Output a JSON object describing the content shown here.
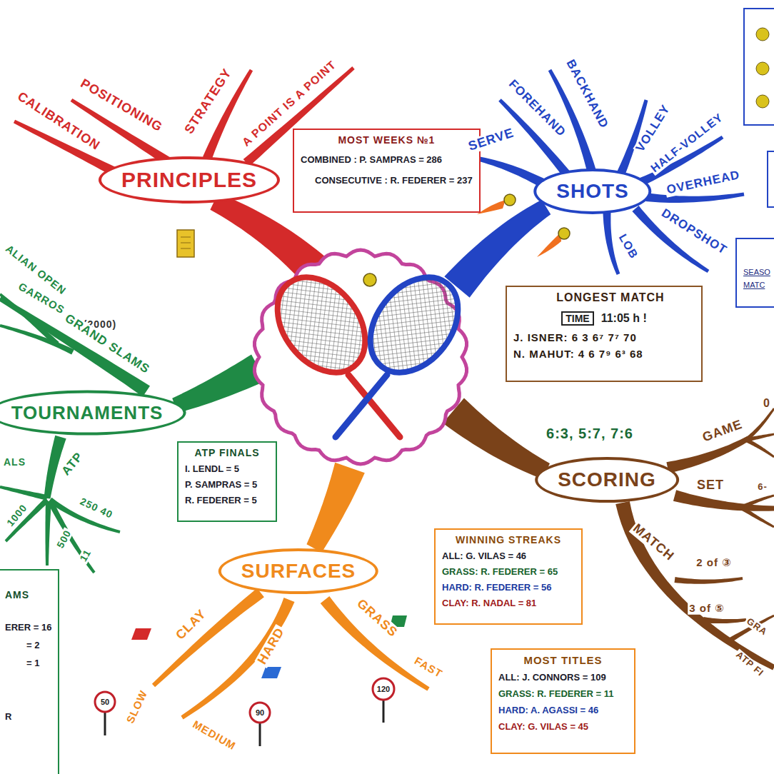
{
  "diagram": {
    "nodes": [
      {
        "text": [
          "PRINCIPLES"
        ]
      },
      {
        "text": [
          "MOST WEEKS №1",
          "COMBINED : P. SAMPRAS = 286",
          "CONSECUTIVE : R. FEDERER = 237"
        ]
      },
      {
        "text": [
          "SHOTS"
        ]
      },
      {
        "text": [
          "TOURNAMENTS"
        ]
      },
      {
        "text": [
          "LONGEST MATCH",
          "TIME",
          "11:05 h !",
          "J. ISNER: 6 3 6⁷ 7⁷ 70",
          "N. MAHUT: 4 6 7⁹ 6³ 68"
        ]
      },
      {
        "text": [
          "SCORING"
        ]
      },
      {
        "text": [
          "ATP FINALS",
          "I. LENDL = 5",
          "P. SAMPRAS = 5",
          "R. FEDERER = 5"
        ]
      },
      {
        "text": [
          "WINNING STREAKS",
          "ALL: G. VILAS = 46",
          "GRASS: R. FEDERER = 65",
          "HARD: R. FEDERER = 56",
          "CLAY: R. NADAL = 81"
        ]
      },
      {
        "text": [
          "SURFACES"
        ]
      },
      {
        "text": [
          "MOST TITLES",
          "ALL: J. CONNORS = 109",
          "GRASS: R. FEDERER = 11",
          "HARD: A. AGASSI = 46",
          "CLAY: G. VILAS = 45"
        ]
      },
      {
        "text": [
          "AMS",
          "ERER = 16",
          "= 2",
          "= 1",
          "R"
        ]
      },
      {
        "text": [
          "SEASO",
          "MATC"
        ]
      }
    ],
    "labels": [
      "CALIBRATION",
      "POSITIONING",
      "STRATEGY",
      "A POINT IS A POINT",
      "SERVE",
      "FOREHAND",
      "BACKHAND",
      "VOLLEY",
      "HALF-VOLLEY",
      "OVERHEAD",
      "DROPSHOT",
      "LOB",
      "ALIAN OPEN",
      "GARROS",
      "(2000)",
      "GRAND SLAMS",
      "ATP",
      "ALS",
      "1000",
      "500",
      "250 40",
      "11",
      "6:3, 5:7, 7:6",
      "0",
      "GAME",
      "SET",
      "6-",
      "MATCH",
      "2 of ③",
      "3 of ⑤",
      "GRA",
      "ATP FI",
      "CLAY",
      "HARD",
      "GRASS",
      "SLOW",
      "MEDIUM",
      "FAST",
      "50",
      "90",
      "120"
    ]
  }
}
